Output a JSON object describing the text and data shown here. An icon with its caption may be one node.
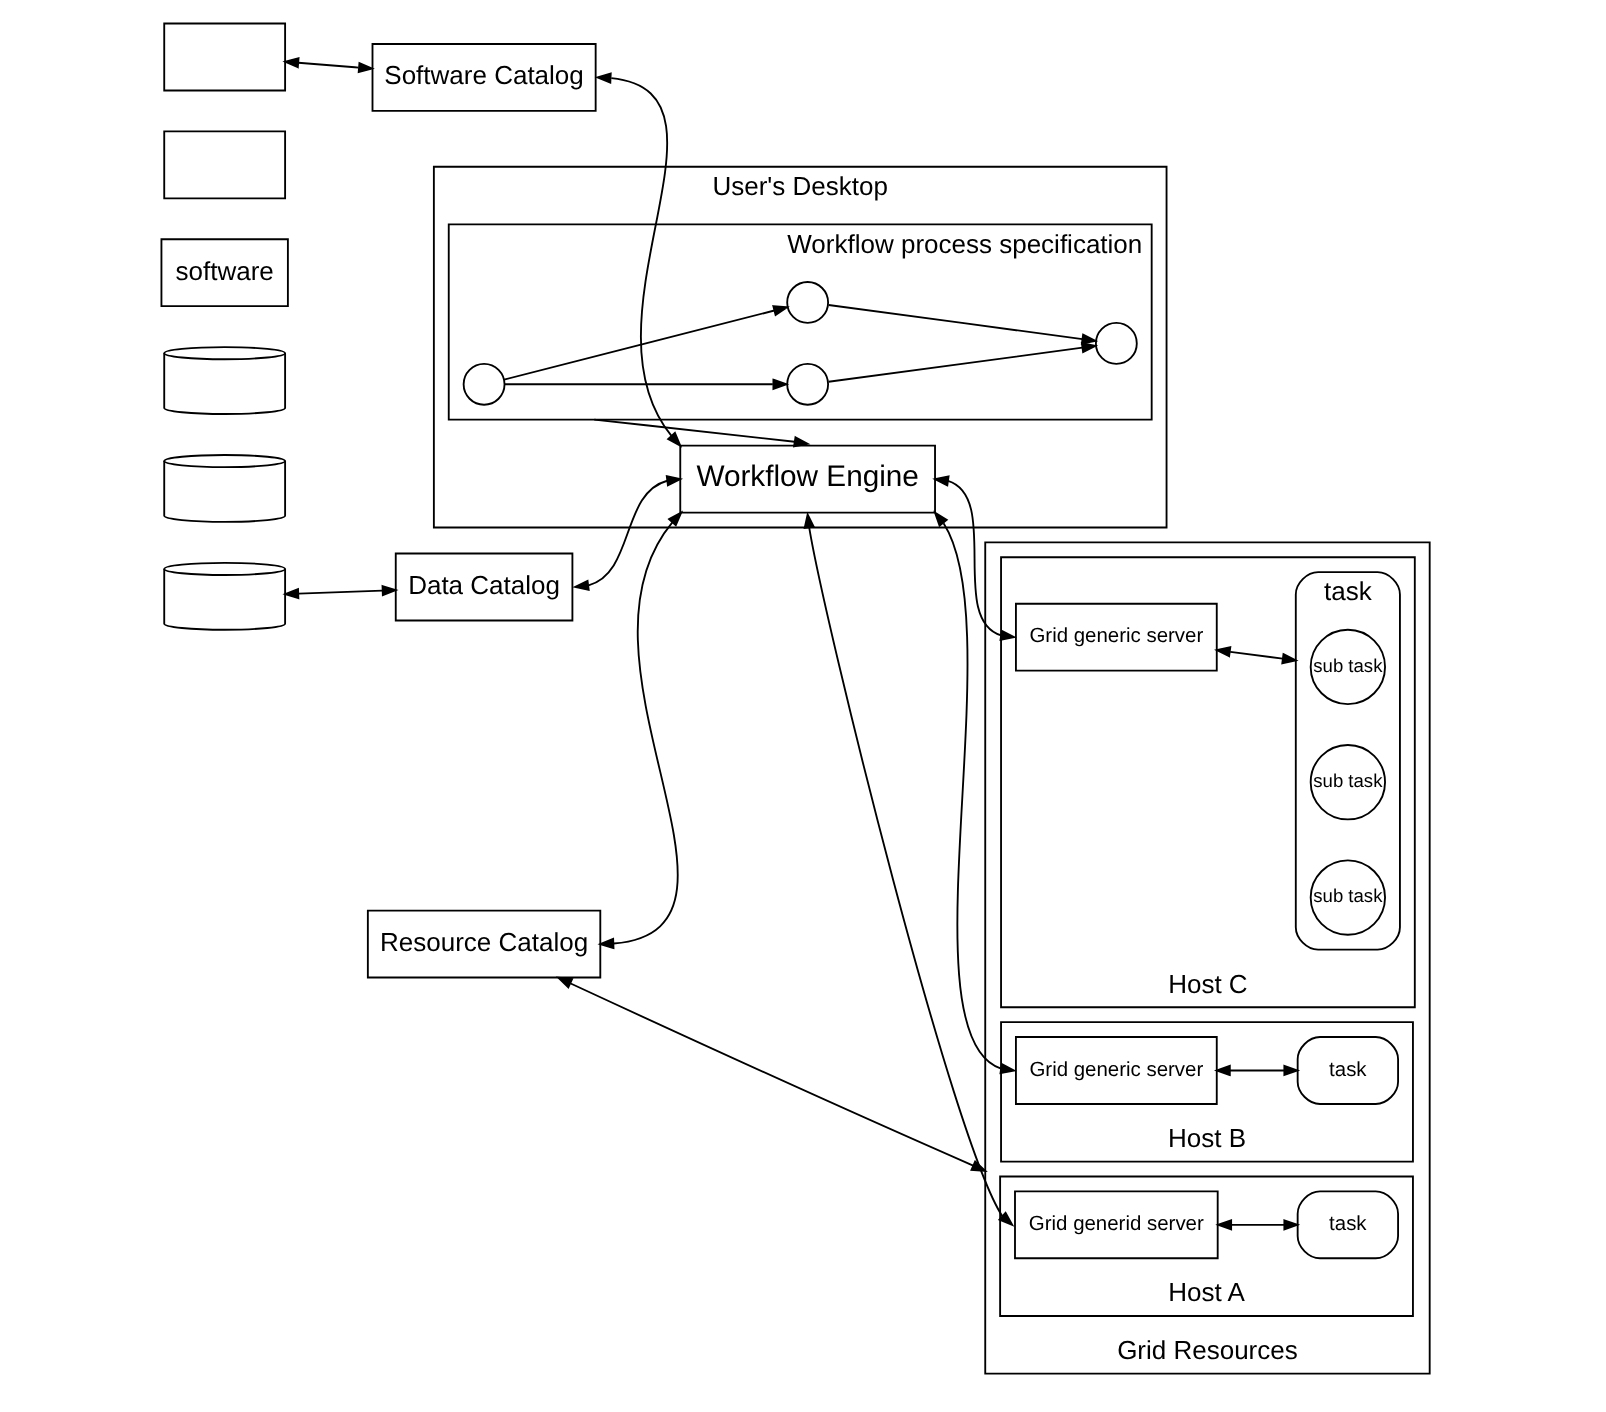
{
  "diagram": {
    "nodes": [
      {
        "text": [],
        "shape": "box"
      },
      {
        "text": [],
        "shape": "box"
      },
      {
        "text": [
          "software"
        ]
      },
      {
        "text": [],
        "shape": "cylinder"
      },
      {
        "text": [],
        "shape": "cylinder"
      },
      {
        "text": [],
        "shape": "cylinder"
      },
      {
        "text": [
          "Software Catalog"
        ]
      },
      {
        "text": [
          "Data Catalog"
        ]
      },
      {
        "text": [
          "Resource Catalog"
        ]
      },
      {
        "text": [
          "User's Desktop"
        ]
      },
      {
        "text": [
          "Workflow process specification"
        ],
        "in": 9
      },
      {
        "text": [],
        "shape": "circle",
        "in": 10
      },
      {
        "text": [],
        "shape": "circle",
        "in": 10
      },
      {
        "text": [],
        "shape": "circle",
        "in": 10
      },
      {
        "text": [],
        "shape": "circle",
        "in": 10
      },
      {
        "text": [
          "Workflow Engine"
        ],
        "in": 9
      },
      {
        "text": [
          "Grid Resources"
        ]
      },
      {
        "text": [
          "Host A"
        ],
        "in": 16
      },
      {
        "text": [
          "Grid generid server"
        ],
        "in": 17
      },
      {
        "text": [
          "task"
        ],
        "in": 17
      },
      {
        "text": [
          "Host B"
        ],
        "in": 16
      },
      {
        "text": [
          "Grid generic server"
        ],
        "in": 20
      },
      {
        "text": [
          "task"
        ],
        "in": 20
      },
      {
        "text": [
          "Host C"
        ],
        "in": 16
      },
      {
        "text": [
          "Grid generic server"
        ],
        "in": 23
      },
      {
        "text": [
          "task"
        ],
        "in": 23
      },
      {
        "text": [
          "sub task"
        ],
        "in": 25
      },
      {
        "text": [
          "sub task"
        ],
        "in": 25
      },
      {
        "text": [
          "sub task"
        ],
        "in": 25
      }
    ],
    "edges": [
      {
        "from": 0,
        "to": 6,
        "arrow": "both"
      },
      {
        "from": 5,
        "to": 7,
        "arrow": "both"
      },
      {
        "from": 6,
        "to": 15,
        "arrow": "both"
      },
      {
        "from": 7,
        "to": 15,
        "arrow": "both"
      },
      {
        "from": 8,
        "to": 15,
        "arrow": "both"
      },
      {
        "from": 11,
        "to": 12,
        "arrow": "to"
      },
      {
        "from": 11,
        "to": 13,
        "arrow": "to"
      },
      {
        "from": 12,
        "to": 14,
        "arrow": "to"
      },
      {
        "from": 13,
        "to": 14,
        "arrow": "to"
      },
      {
        "from": 10,
        "to": 15,
        "arrow": "to"
      },
      {
        "from": 15,
        "to": 18,
        "arrow": "both"
      },
      {
        "from": 15,
        "to": 21,
        "arrow": "both"
      },
      {
        "from": 15,
        "to": 24,
        "arrow": "both"
      },
      {
        "from": 18,
        "to": 19,
        "arrow": "both"
      },
      {
        "from": 21,
        "to": 22,
        "arrow": "both"
      },
      {
        "from": 24,
        "to": 25,
        "arrow": "both"
      },
      {
        "from": 8,
        "to": 16,
        "arrow": "both"
      }
    ]
  }
}
